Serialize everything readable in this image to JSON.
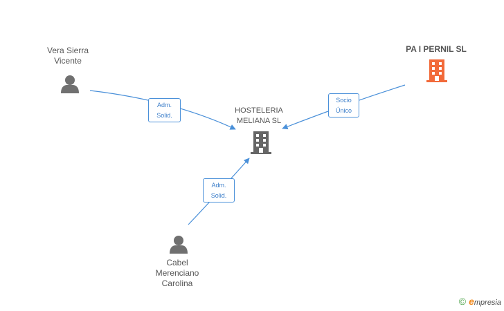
{
  "nodes": {
    "vera": {
      "line1": "Vera Sierra",
      "line2": "Vicente",
      "icon": "person-icon"
    },
    "paipernil": {
      "name": "PA I PERNIL SL",
      "icon": "building-icon",
      "color": "#f26a3a"
    },
    "hosteleria": {
      "line1": "HOSTELERIA",
      "line2": "MELIANA SL",
      "icon": "building-icon",
      "color": "#666666"
    },
    "cabel": {
      "line1": "Cabel",
      "line2": "Merenciano",
      "line3": "Carolina",
      "icon": "person-icon"
    }
  },
  "edges": [
    {
      "from": "vera",
      "to": "hosteleria",
      "line1": "Adm.",
      "line2": "Solid."
    },
    {
      "from": "paipernil",
      "to": "hosteleria",
      "line1": "Socio",
      "line2": "Único"
    },
    {
      "from": "cabel",
      "to": "hosteleria",
      "line1": "Adm.",
      "line2": "Solid."
    }
  ],
  "brand": {
    "copyright": "©",
    "e": "e",
    "rest": "mpresia"
  },
  "colors": {
    "edge": "#4a90d9",
    "person": "#707070"
  }
}
